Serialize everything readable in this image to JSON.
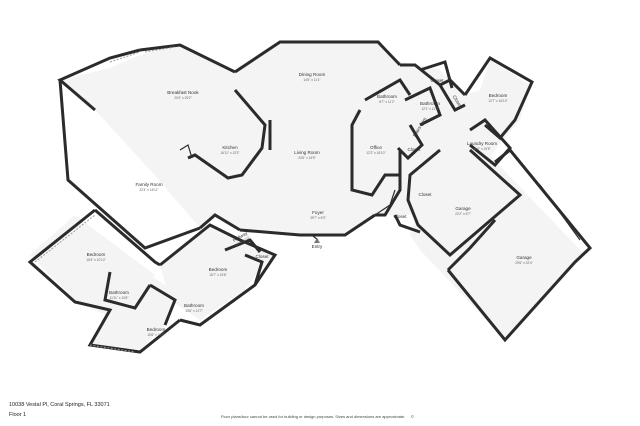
{
  "address": "10038 Vestal Pl, Coral Springs, FL 33071",
  "floor_label": "Floor 1",
  "disclaimer": "Floor plans/tour cannot be used for building or design purposes. Sizes and dimensions are approximate.",
  "copyright_mark": "©",
  "rooms": {
    "dining_room": {
      "name": "Dining Room",
      "dim": "14'6\" x 11'1\""
    },
    "breakfast_nook": {
      "name": "Breakfast Nook",
      "dim": "20'4\" x 26'2\""
    },
    "kitchen": {
      "name": "Kitchen",
      "dim": "16'11\" x 13'3\""
    },
    "family_room": {
      "name": "Family Room",
      "dim": "32'4\" x 16'11\""
    },
    "living_room": {
      "name": "Living Room",
      "dim": "23'6\" x 16'9\""
    },
    "foyer": {
      "name": "Foyer",
      "dim": "39'7\" x 6'3\""
    },
    "entry": {
      "name": "Entry"
    },
    "bathroom_top1": {
      "name": "Bathroom",
      "dim": "8'7\" x 11'2\""
    },
    "bathroom_top2": {
      "name": "Bathroom",
      "dim": "12'1\" x 11'0\""
    },
    "closet_top": {
      "name": "Closet"
    },
    "closet_stairs": {
      "name": "Closet"
    },
    "bedroom_right": {
      "name": "Bedroom",
      "dim": "12'7\" x 16'10\""
    },
    "office": {
      "name": "Office",
      "dim": "12'2\" x 16'10\""
    },
    "closet_mid": {
      "name": "Closet"
    },
    "stairs_label": {
      "name": "Stairs (Up)"
    },
    "laundry_room": {
      "name": "Laundry Room",
      "dim": "11'6\" x 19'8\""
    },
    "closet_garage": {
      "name": "Closet"
    },
    "garage_small": {
      "name": "Garage",
      "dim": "22'2\" x 6'7\""
    },
    "garage_large": {
      "name": "Garage",
      "dim": "29'6\" x 32'4\""
    },
    "closet_low": {
      "name": "Closet"
    },
    "bedroom_left": {
      "name": "Bedroom",
      "dim": "18'4\" x 10'10\""
    },
    "bathroom_left": {
      "name": "Bathroom",
      "dim": "11'11\" x 10'8\""
    },
    "bedroom_bottom": {
      "name": "Bedroom",
      "dim": "15'6\" x 19'8\""
    },
    "bedroom_mid": {
      "name": "Bedroom",
      "dim": "16'7\" x 15'6\""
    },
    "bathroom_mid": {
      "name": "Bathroom",
      "dim": "13'6\" x 12'7\""
    },
    "closet_left": {
      "name": "Closet"
    },
    "hallway": {
      "name": "Hallway",
      "dim": "3'5\" x 10'11\""
    }
  }
}
